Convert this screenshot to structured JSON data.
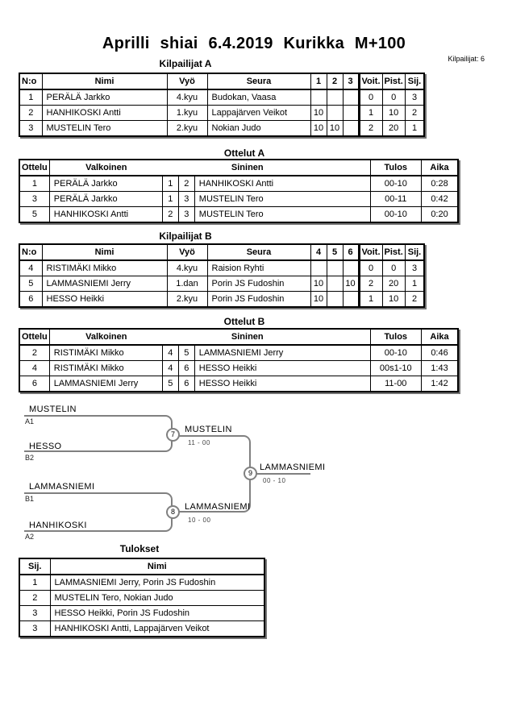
{
  "page": {
    "title": "Aprilli shiai 6.4.2019 Kurikka M+100",
    "competitors_label": "Kilpailijat: 6"
  },
  "colors": {
    "table_border": "#000000",
    "bracket_line": "#808080",
    "text": "#000000",
    "background": "#ffffff"
  },
  "kilpailijatA": {
    "title": "Kilpailijat A",
    "headers": {
      "no": "N:o",
      "nimi": "Nimi",
      "vyo": "Vyö",
      "seura": "Seura",
      "m1": "1",
      "m2": "2",
      "m3": "3",
      "voit": "Voit.",
      "pist": "Pist.",
      "sij": "Sij."
    },
    "rows": [
      {
        "no": "1",
        "nimi": "PERÄLÄ Jarkko",
        "vyo": "4.kyu",
        "seura": "Budokan, Vaasa",
        "m1": "",
        "m2": "",
        "m3": "",
        "voit": "0",
        "pist": "0",
        "sij": "3"
      },
      {
        "no": "2",
        "nimi": "HANHIKOSKI Antti",
        "vyo": "1.kyu",
        "seura": "Lappajärven Veikot",
        "m1": "10",
        "m2": "",
        "m3": "",
        "voit": "1",
        "pist": "10",
        "sij": "2"
      },
      {
        "no": "3",
        "nimi": "MUSTELIN Tero",
        "vyo": "2.kyu",
        "seura": "Nokian Judo",
        "m1": "10",
        "m2": "10",
        "m3": "",
        "voit": "2",
        "pist": "20",
        "sij": "1"
      }
    ]
  },
  "ottelutA": {
    "title": "Ottelut A",
    "headers": {
      "ottelu": "Ottelu",
      "valkoinen": "Valkoinen",
      "sininen": "Sininen",
      "tulos": "Tulos",
      "aika": "Aika"
    },
    "rows": [
      {
        "no": "1",
        "valkoinen": "PERÄLÄ Jarkko",
        "v_no": "1",
        "s_no": "2",
        "sininen": "HANHIKOSKI Antti",
        "tulos": "00-10",
        "aika": "0:28"
      },
      {
        "no": "3",
        "valkoinen": "PERÄLÄ Jarkko",
        "v_no": "1",
        "s_no": "3",
        "sininen": "MUSTELIN Tero",
        "tulos": "00-11",
        "aika": "0:42"
      },
      {
        "no": "5",
        "valkoinen": "HANHIKOSKI Antti",
        "v_no": "2",
        "s_no": "3",
        "sininen": "MUSTELIN Tero",
        "tulos": "00-10",
        "aika": "0:20"
      }
    ]
  },
  "kilpailijatB": {
    "title": "Kilpailijat B",
    "headers": {
      "no": "N:o",
      "nimi": "Nimi",
      "vyo": "Vyö",
      "seura": "Seura",
      "m1": "4",
      "m2": "5",
      "m3": "6",
      "voit": "Voit.",
      "pist": "Pist.",
      "sij": "Sij."
    },
    "rows": [
      {
        "no": "4",
        "nimi": "RISTIMÄKI Mikko",
        "vyo": "4.kyu",
        "seura": "Raision Ryhti",
        "m1": "",
        "m2": "",
        "m3": "",
        "voit": "0",
        "pist": "0",
        "sij": "3"
      },
      {
        "no": "5",
        "nimi": "LAMMASNIEMI Jerry",
        "vyo": "1.dan",
        "seura": "Porin JS Fudoshin",
        "m1": "10",
        "m2": "",
        "m3": "10",
        "voit": "2",
        "pist": "20",
        "sij": "1"
      },
      {
        "no": "6",
        "nimi": "HESSO Heikki",
        "vyo": "2.kyu",
        "seura": "Porin JS Fudoshin",
        "m1": "10",
        "m2": "",
        "m3": "",
        "voit": "1",
        "pist": "10",
        "sij": "2"
      }
    ]
  },
  "ottelutB": {
    "title": "Ottelut B",
    "headers": {
      "ottelu": "Ottelu",
      "valkoinen": "Valkoinen",
      "sininen": "Sininen",
      "tulos": "Tulos",
      "aika": "Aika"
    },
    "rows": [
      {
        "no": "2",
        "valkoinen": "RISTIMÄKI Mikko",
        "v_no": "4",
        "s_no": "5",
        "sininen": "LAMMASNIEMI Jerry",
        "tulos": "00-10",
        "aika": "0:46"
      },
      {
        "no": "4",
        "valkoinen": "RISTIMÄKI Mikko",
        "v_no": "4",
        "s_no": "6",
        "sininen": "HESSO Heikki",
        "tulos": "00s1-10",
        "aika": "1:43"
      },
      {
        "no": "6",
        "valkoinen": "LAMMASNIEMI Jerry",
        "v_no": "5",
        "s_no": "6",
        "sininen": "HESSO Heikki",
        "tulos": "11-00",
        "aika": "1:42"
      }
    ]
  },
  "bracket": {
    "semi1": {
      "top_name": "MUSTELIN",
      "top_seed": "A1",
      "bottom_name": "HESSO",
      "bottom_seed": "B2",
      "match_no": "7",
      "winner": "MUSTELIN",
      "score": "11 - 00"
    },
    "semi2": {
      "top_name": "LAMMASNIEMI",
      "top_seed": "B1",
      "bottom_name": "HANHIKOSKI",
      "bottom_seed": "A2",
      "match_no": "8",
      "winner": "LAMMASNIEMI",
      "score": "10 - 00"
    },
    "final": {
      "match_no": "9",
      "winner": "LAMMASNIEMI",
      "score": "00 - 10"
    }
  },
  "tulokset": {
    "title": "Tulokset",
    "headers": {
      "sij": "Sij.",
      "nimi": "Nimi"
    },
    "rows": [
      {
        "sij": "1",
        "nimi": "LAMMASNIEMI Jerry, Porin JS Fudoshin"
      },
      {
        "sij": "2",
        "nimi": "MUSTELIN Tero, Nokian Judo"
      },
      {
        "sij": "3",
        "nimi": "HESSO Heikki, Porin JS Fudoshin"
      },
      {
        "sij": "3",
        "nimi": "HANHIKOSKI Antti, Lappajärven Veikot"
      }
    ]
  }
}
